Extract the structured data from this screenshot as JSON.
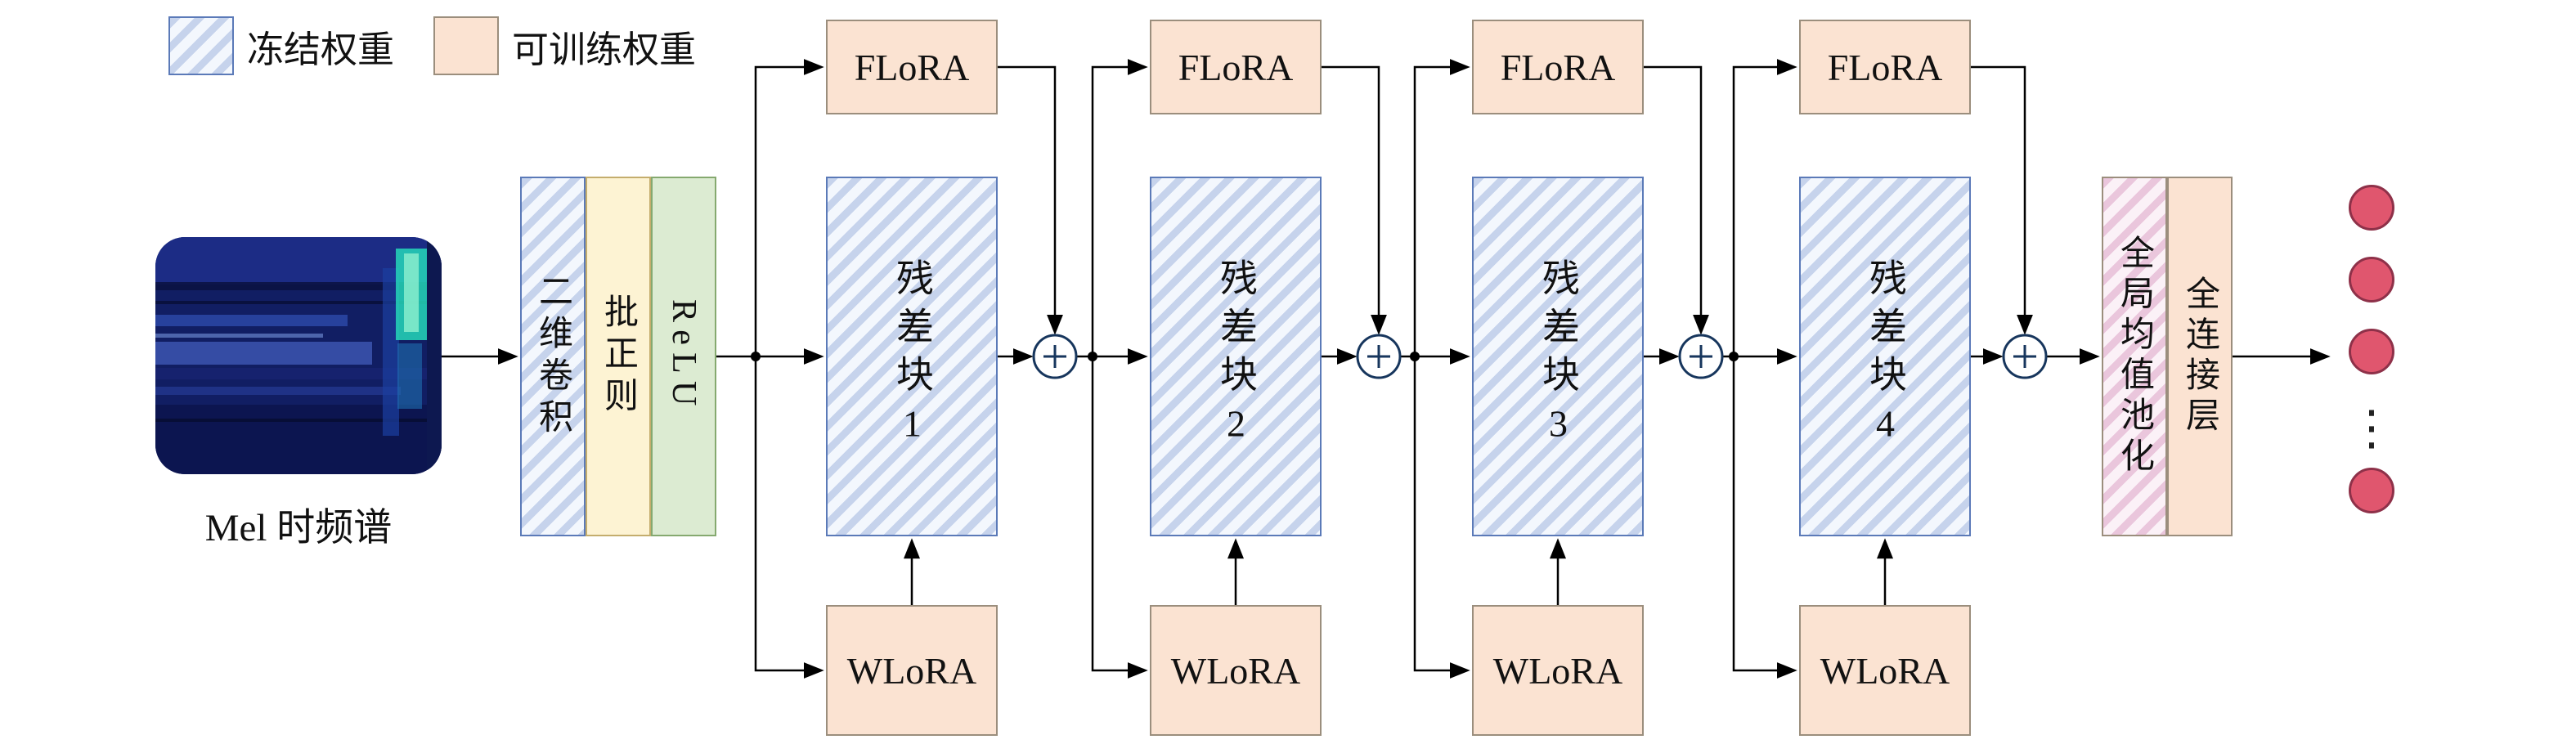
{
  "legend": {
    "frozen_label": "冻结权重",
    "trainable_label": "可训练权重"
  },
  "input": {
    "caption": "Mel 时频谱"
  },
  "stem": {
    "conv_label": "二维卷积",
    "bn_label": "批正则",
    "relu_label": "ReLU"
  },
  "stages": [
    {
      "flora": "FLoRA",
      "block": "残差块1",
      "wlora": "WLoRA"
    },
    {
      "flora": "FLoRA",
      "block": "残差块2",
      "wlora": "WLoRA"
    },
    {
      "flora": "FLoRA",
      "block": "残差块3",
      "wlora": "WLoRA"
    },
    {
      "flora": "FLoRA",
      "block": "残差块4",
      "wlora": "WLoRA"
    }
  ],
  "head": {
    "pool_label": "全局均值池化",
    "fc_label": "全连接层"
  },
  "output": {
    "ellipsis": "⋮"
  },
  "icons": {
    "add_node": "plus-in-circle",
    "output_node": "class-node-circle"
  },
  "colors": {
    "frozen_stripe": "#c6d3ec",
    "frozen_bg": "#f3f7fd",
    "frozen_border": "#5b7ab8",
    "trainable_fill": "#fbe3d2",
    "trainable_border": "#9b8e7d",
    "bn_fill": "#fdf3d3",
    "bn_border": "#c4ad6d",
    "relu_fill": "#dcebd2",
    "relu_border": "#85a96f",
    "pool_stripe": "#eac6dc",
    "pool_bg": "#fbf1f7",
    "plus_stroke": "#17365d",
    "node_fill": "#e0566e",
    "node_border": "#8e3149",
    "mel_base": "#111e63"
  }
}
